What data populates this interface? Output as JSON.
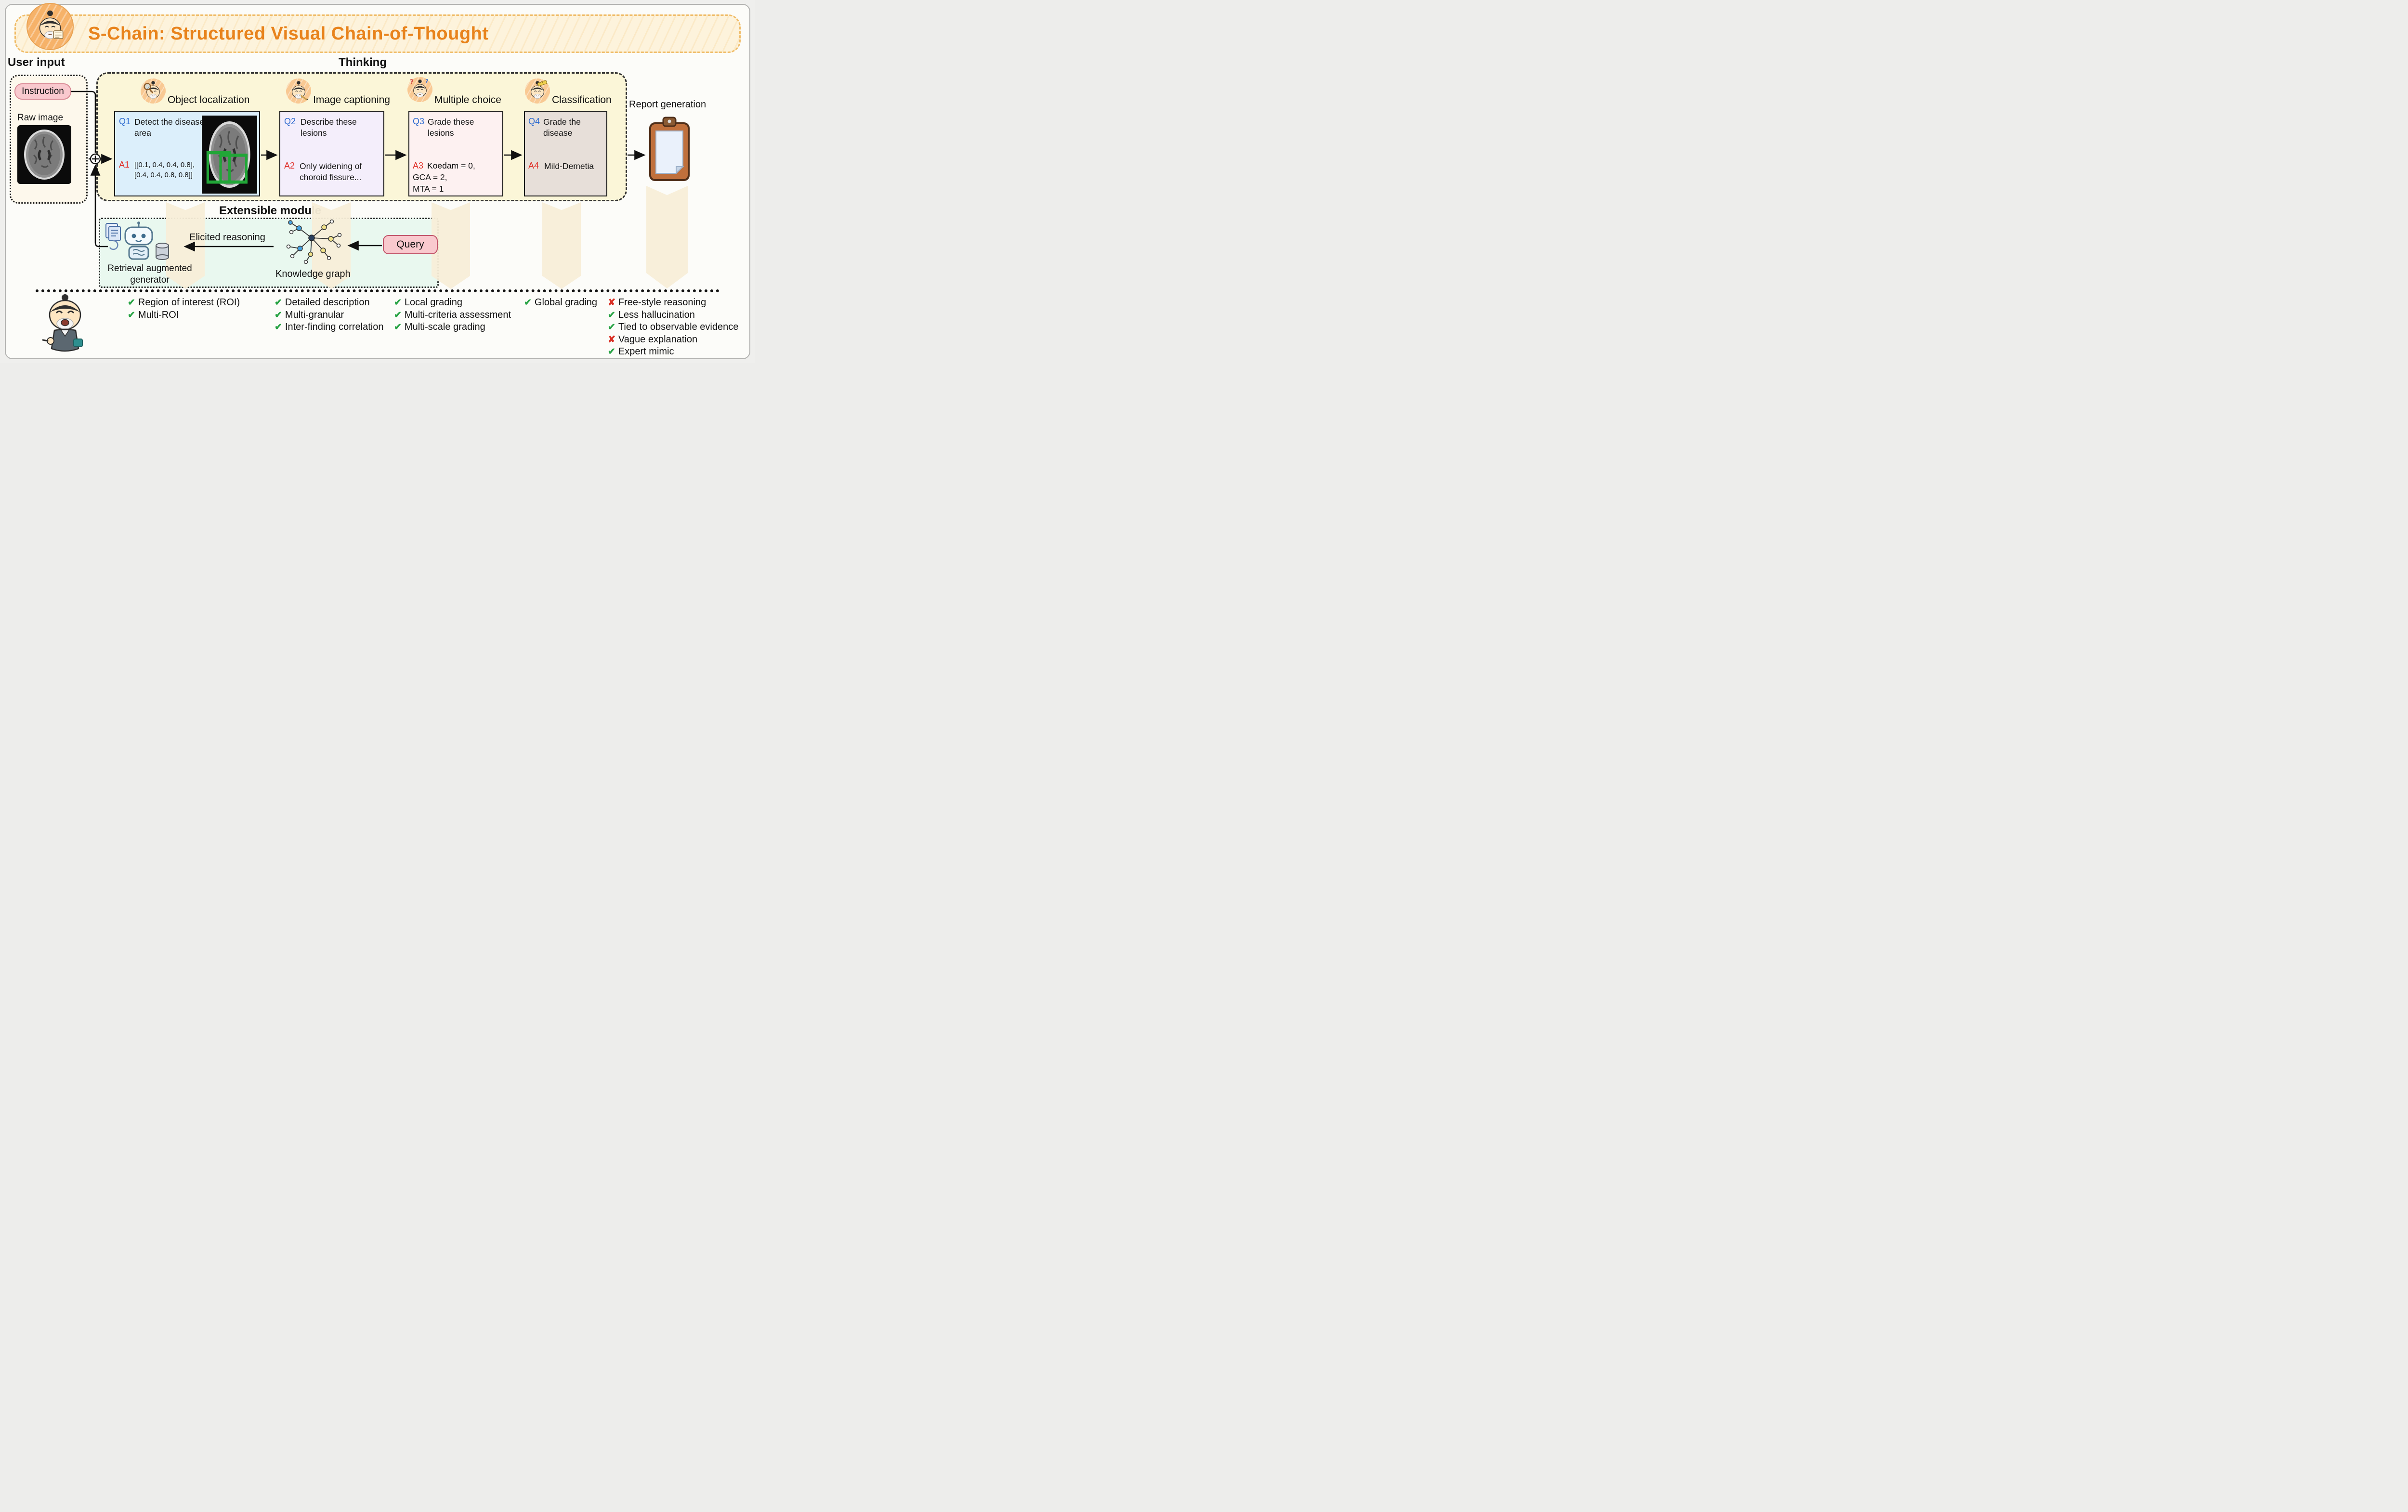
{
  "header": {
    "title": "S-Chain: Structured Visual Chain-of-Thought"
  },
  "user_input": {
    "section_label": "User input",
    "instruction": "Instruction",
    "raw_image": "Raw image"
  },
  "thinking": {
    "section_label": "Thinking",
    "stages": [
      {
        "name": "Object localization",
        "q_label": "Q1",
        "question": "Detect the disease area",
        "a_label": "A1",
        "answer": "[[0.1, 0.4, 0.4, 0.8],\n[0.4, 0.4, 0.8, 0.8]]"
      },
      {
        "name": "Image captioning",
        "q_label": "Q2",
        "question": "Describe these lesions",
        "a_label": "A2",
        "answer": "Only widening of choroid fissure..."
      },
      {
        "name": "Multiple choice",
        "q_label": "Q3",
        "question": "Grade these lesions",
        "a_label": "A3",
        "answer": "Koedam = 0,\nGCA = 2,\nMTA = 1"
      },
      {
        "name": "Classification",
        "q_label": "Q4",
        "question": "Grade the disease",
        "a_label": "A4",
        "answer": "Mild-Demetia"
      }
    ]
  },
  "report": {
    "label": "Report generation"
  },
  "extensible": {
    "section_label": "Extensible module",
    "generator_label": "Retrieval augmented generator",
    "elicited_label": "Elicited reasoning",
    "graph_label": "Knowledge graph",
    "query_label": "Query"
  },
  "benefits": {
    "columns": [
      {
        "items": [
          {
            "mark": "check",
            "text": "Region of interest (ROI)"
          },
          {
            "mark": "check",
            "text": "Multi-ROI"
          }
        ]
      },
      {
        "items": [
          {
            "mark": "check",
            "text": "Detailed description"
          },
          {
            "mark": "check",
            "text": "Multi-granular"
          },
          {
            "mark": "check",
            "text": "Inter-finding correlation"
          }
        ]
      },
      {
        "items": [
          {
            "mark": "check",
            "text": "Local grading"
          },
          {
            "mark": "check",
            "text": "Multi-criteria assessment"
          },
          {
            "mark": "check",
            "text": "Multi-scale grading"
          }
        ]
      },
      {
        "items": [
          {
            "mark": "check",
            "text": "Global grading"
          }
        ]
      },
      {
        "items": [
          {
            "mark": "cross",
            "text": "Free-style reasoning"
          },
          {
            "mark": "check",
            "text": "Less hallucination"
          },
          {
            "mark": "check",
            "text": "Tied to observable evidence"
          },
          {
            "mark": "cross",
            "text": "Vague explanation"
          },
          {
            "mark": "check",
            "text": "Expert mimic"
          }
        ]
      }
    ]
  },
  "colors": {
    "title_orange": "#e8831c",
    "q_blue": "#2e6bd0",
    "a_red": "#e02d26",
    "check_green": "#27a344",
    "cross_red": "#d93025",
    "localization_box": "#dceffb",
    "captioning_box": "#f4eefb",
    "choice_box": "#fdf1f1",
    "classification_box": "#e7dfd9",
    "thinking_bg": "#fbf6d8",
    "extensible_bg": "#e9f8ef",
    "pill_pink": "#f9c9ce",
    "roi_box_green": "#21a637"
  },
  "icons": [
    "scholar-icon",
    "magnifier-icon",
    "pencil-icon",
    "question-marks-icon",
    "ruler-icon",
    "merge-plus-icon",
    "brain-mri-image",
    "robot-icon",
    "knowledge-graph-icon",
    "clipboard-icon",
    "check-icon",
    "cross-icon",
    "laughing-scholar-icon"
  ]
}
